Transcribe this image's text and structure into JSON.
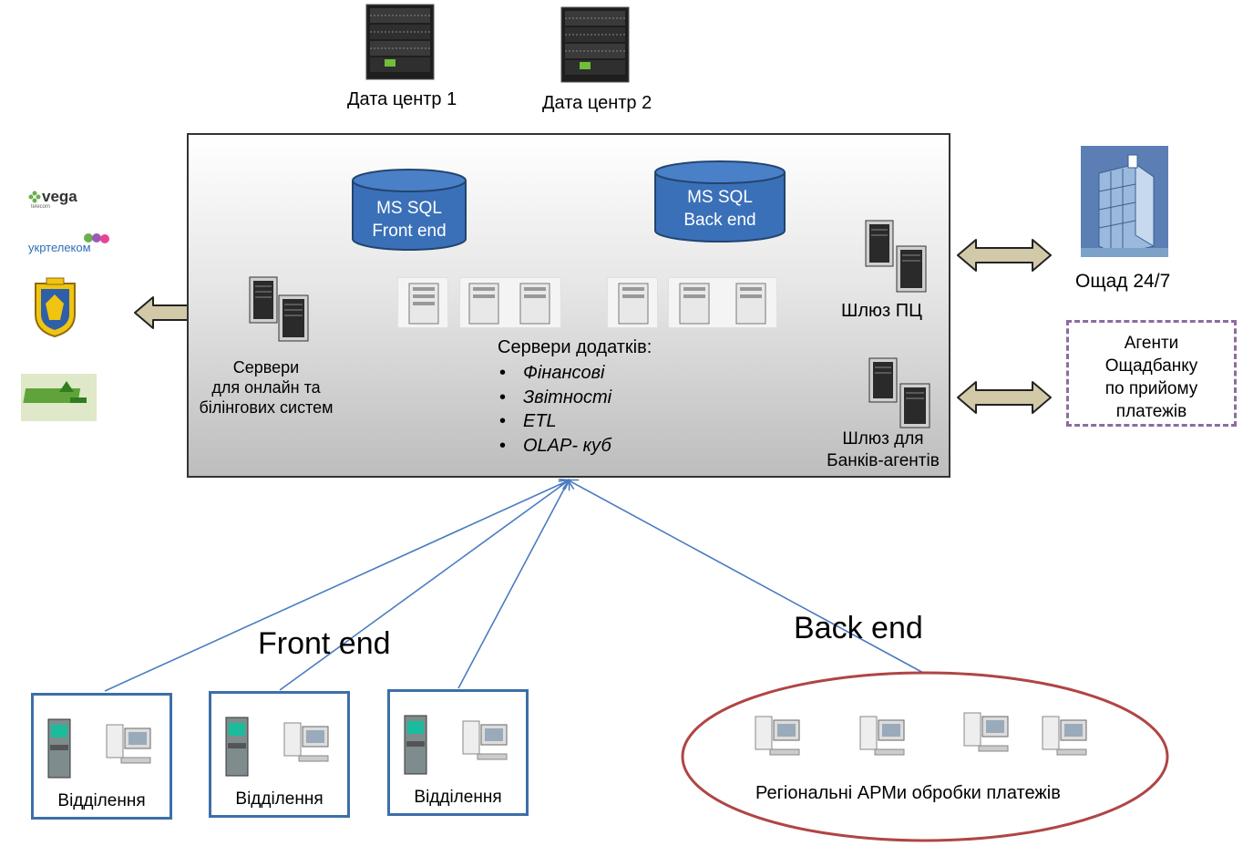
{
  "datacenters": {
    "dc1_label": "Дата центр 1",
    "dc2_label": "Дата центр 2"
  },
  "databases": {
    "front": {
      "line1": "MS SQL",
      "line2": "Front end"
    },
    "back": {
      "line1": "MS SQL",
      "line2": "Back end"
    }
  },
  "billing_servers": {
    "line1": "Сервери",
    "line2": "для онлайн  та",
    "line3": "білінгових систем"
  },
  "app_servers": {
    "title": "Сервери додатків:",
    "items": [
      "Фінансові",
      "Звітності",
      "ETL",
      "OLAP- куб"
    ]
  },
  "gateway_pc": {
    "label": "Шлюз ПЦ"
  },
  "gateway_agents": {
    "line1": "Шлюз для",
    "line2": "Банків-агентів"
  },
  "oschad247": {
    "label": "Ощад 24/7"
  },
  "agents_box": {
    "line1": "Агенти",
    "line2": "Ощадбанку",
    "line3": "по прийому",
    "line4": "платежів"
  },
  "front_end_label": "Front end",
  "back_end_label": "Back end",
  "branches": [
    {
      "label": "Відділення"
    },
    {
      "label": "Відділення"
    },
    {
      "label": "Відділення"
    }
  ],
  "regional": {
    "label": "Регіональні АРМи обробки платежів"
  },
  "logos": {
    "vega": "vega",
    "vega_sub": "telecom",
    "ukrtelecom": "укртелеком"
  },
  "colors": {
    "db_fill": "#3a70b8",
    "arrow_fill": "#d2c9a8",
    "branch_border": "#3d6fa8",
    "connector_line": "#4a7cc0",
    "ellipse_border": "#b04545",
    "agents_border": "#8e6ba0"
  }
}
